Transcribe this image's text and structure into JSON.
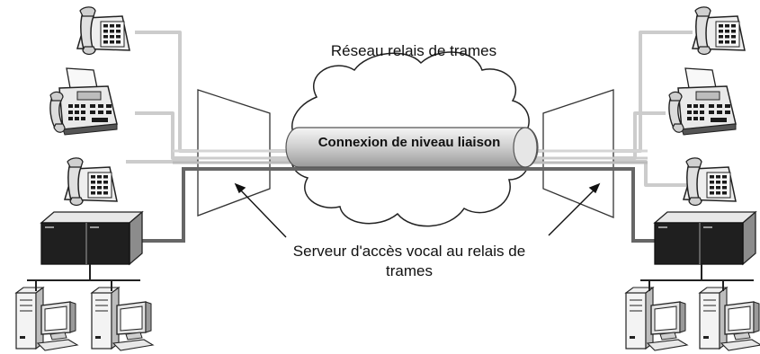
{
  "diagram": {
    "cloud_label": "Réseau relais de trames",
    "connection_label": "Connexion de niveau liaison",
    "server_label_line1": "Serveur d'accès vocal au relais de",
    "server_label_line2": "trames"
  },
  "devices": {
    "left": [
      "phone-icon",
      "fax-icon",
      "phone-icon",
      "server-icon",
      "desktop-computer-icon",
      "desktop-computer-icon"
    ],
    "right": [
      "phone-icon",
      "fax-icon",
      "phone-icon",
      "server-icon",
      "desktop-computer-icon",
      "desktop-computer-icon"
    ]
  },
  "colors": {
    "line_light": "#cccccc",
    "line_dark": "#666666",
    "device_fill": "#e6e6e6",
    "device_dark": "#1a1a1a"
  }
}
